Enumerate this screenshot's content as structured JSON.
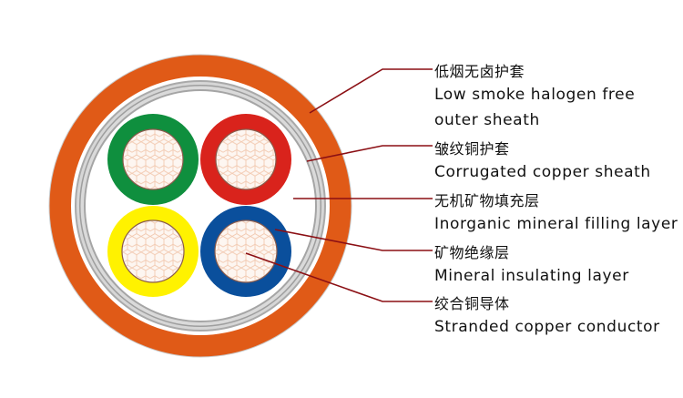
{
  "diagram": {
    "type": "cable-cross-section",
    "colors": {
      "outer_sheath": "#E05A17",
      "copper_sheath": "#B8B8B8",
      "filling": "#FFFFFF",
      "leader_line": "#8B0F14",
      "core_green": "#0F8F3E",
      "core_red": "#D9231C",
      "core_yellow": "#FFF200",
      "core_blue": "#0A4F9C",
      "conductor_fill": "#FDF6F1",
      "conductor_mesh": "#F2C9B0"
    },
    "labels": [
      {
        "zh": "低烟无卤护套",
        "en": "Low smoke halogen free",
        "en2": "outer sheath"
      },
      {
        "zh": "皱纹铜护套",
        "en": "Corrugated copper sheath"
      },
      {
        "zh": "无机矿物填充层",
        "en": "Inorganic mineral filling layer"
      },
      {
        "zh": "矿物绝缘层",
        "en": "Mineral insulating layer"
      },
      {
        "zh": "绞合铜导体",
        "en": "Stranded copper conductor"
      }
    ]
  }
}
